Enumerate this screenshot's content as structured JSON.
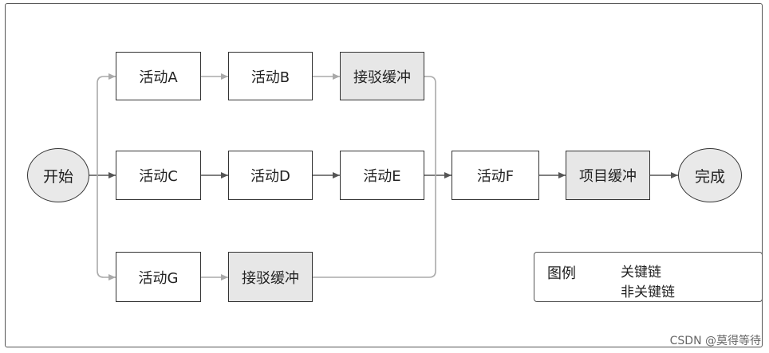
{
  "nodes": {
    "start": "开始",
    "finish": "完成"
  },
  "activities": {
    "a": "活动A",
    "b": "活动B",
    "c": "活动C",
    "d": "活动D",
    "e": "活动E",
    "f": "活动F",
    "g": "活动G"
  },
  "buffers": {
    "feeding_top": "接驳缓冲",
    "feeding_bottom": "接驳缓冲",
    "project": "项目缓冲"
  },
  "legend": {
    "title": "图例",
    "critical_chain": "关键链",
    "non_critical_chain": "非关键链"
  },
  "watermark": "CSDN @莫得等待",
  "colors": {
    "border": "#333333",
    "buffer_fill": "#e7e7e7",
    "node_fill": "#e9e9e9",
    "critical_line": "#555555",
    "non_critical_line": "#aaaaaa"
  }
}
